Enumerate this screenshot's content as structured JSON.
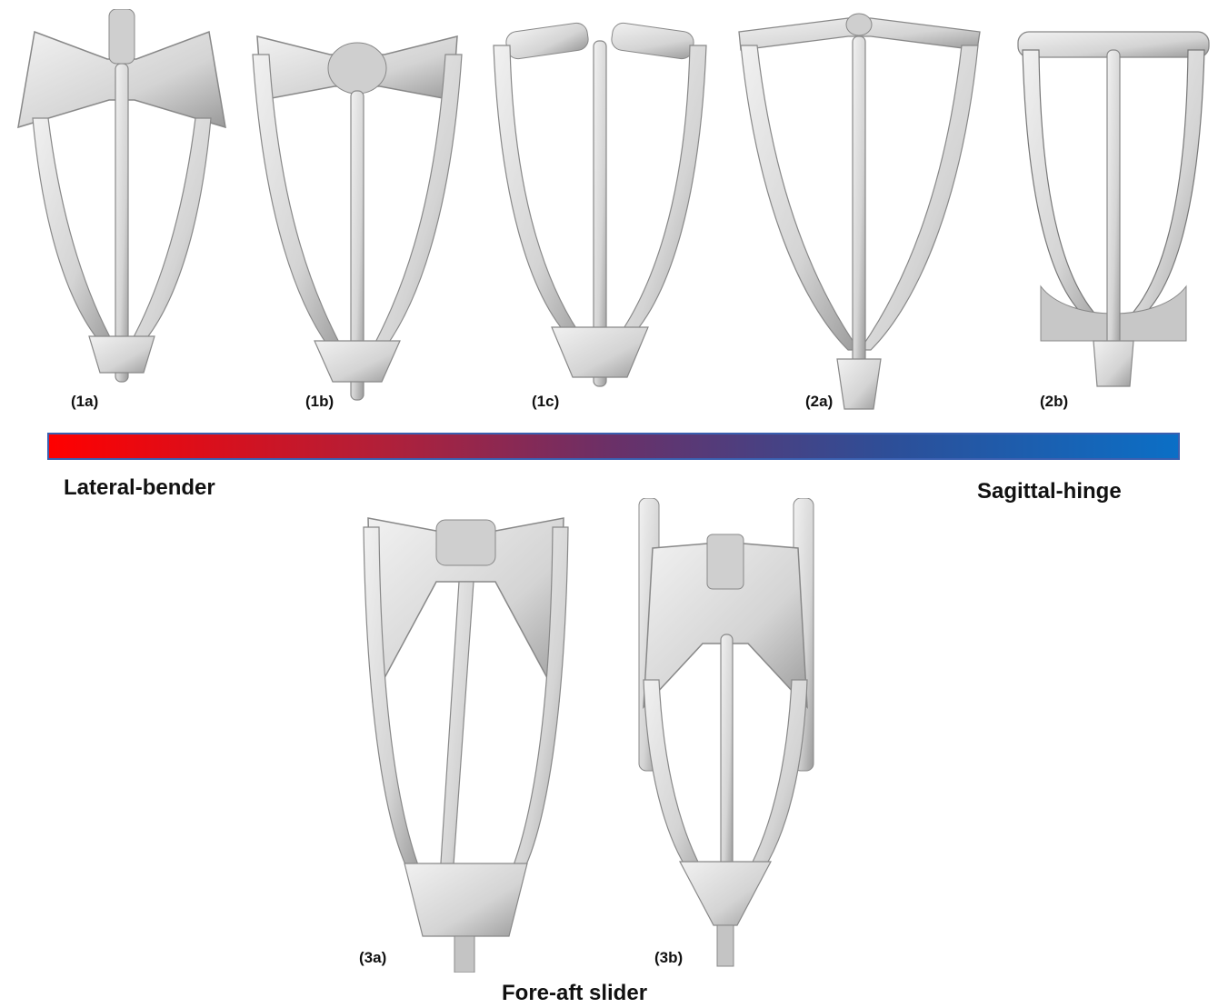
{
  "specimens": [
    {
      "id": "1a",
      "label": "(1a)"
    },
    {
      "id": "1b",
      "label": "(1b)"
    },
    {
      "id": "1c",
      "label": "(1c)"
    },
    {
      "id": "2a",
      "label": "(2a)"
    },
    {
      "id": "2b",
      "label": "(2b)"
    },
    {
      "id": "3a",
      "label": "(3a)"
    },
    {
      "id": "3b",
      "label": "(3b)"
    }
  ],
  "spectrum": {
    "left_label": "Lateral-bender",
    "right_label": "Sagittal-hinge",
    "left_color": "#ff0000",
    "right_color": "#0b6fc6"
  },
  "bottom_label": "Fore-aft slider"
}
